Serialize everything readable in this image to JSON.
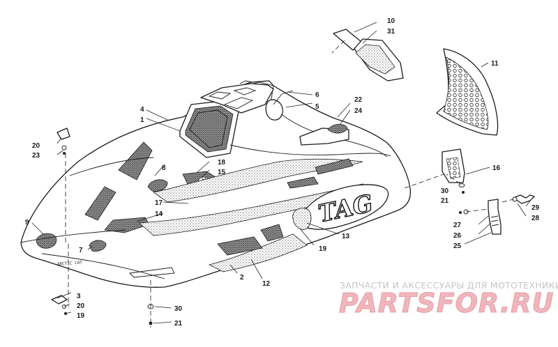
{
  "watermark": {
    "subtitle": "ЗАПЧАСТИ И АКСЕССУАРЫ ДЛЯ МОТОТЕХНИКИ",
    "brand": "PARTSFOR.RU"
  },
  "hood_text": {
    "decal_brand": "TAG",
    "nose_lettering": "ARCTIC CAT"
  },
  "callouts": [
    {
      "id": "c10",
      "text": "10"
    },
    {
      "id": "c31",
      "text": "31"
    },
    {
      "id": "c11",
      "text": "11"
    },
    {
      "id": "c6",
      "text": "6"
    },
    {
      "id": "c5",
      "text": "5"
    },
    {
      "id": "c4",
      "text": "4"
    },
    {
      "id": "c1",
      "text": "1"
    },
    {
      "id": "c22",
      "text": "22"
    },
    {
      "id": "c24",
      "text": "24"
    },
    {
      "id": "c20a",
      "text": "20"
    },
    {
      "id": "c23",
      "text": "23"
    },
    {
      "id": "c8",
      "text": "8"
    },
    {
      "id": "c18",
      "text": "18"
    },
    {
      "id": "c15",
      "text": "15"
    },
    {
      "id": "c16",
      "text": "16"
    },
    {
      "id": "c17",
      "text": "17"
    },
    {
      "id": "c14",
      "text": "14"
    },
    {
      "id": "c30a",
      "text": "30"
    },
    {
      "id": "c21a",
      "text": "21"
    },
    {
      "id": "c9",
      "text": "9"
    },
    {
      "id": "c29",
      "text": "29"
    },
    {
      "id": "c28",
      "text": "28"
    },
    {
      "id": "c7",
      "text": "7"
    },
    {
      "id": "c27",
      "text": "27"
    },
    {
      "id": "c13",
      "text": "13"
    },
    {
      "id": "c26",
      "text": "26"
    },
    {
      "id": "c25",
      "text": "25"
    },
    {
      "id": "c19a",
      "text": "19"
    },
    {
      "id": "c2",
      "text": "2"
    },
    {
      "id": "c12",
      "text": "12"
    },
    {
      "id": "c3",
      "text": "3"
    },
    {
      "id": "c20b",
      "text": "20"
    },
    {
      "id": "c19b",
      "text": "19"
    },
    {
      "id": "c30b",
      "text": "30"
    },
    {
      "id": "c21b",
      "text": "21"
    }
  ]
}
